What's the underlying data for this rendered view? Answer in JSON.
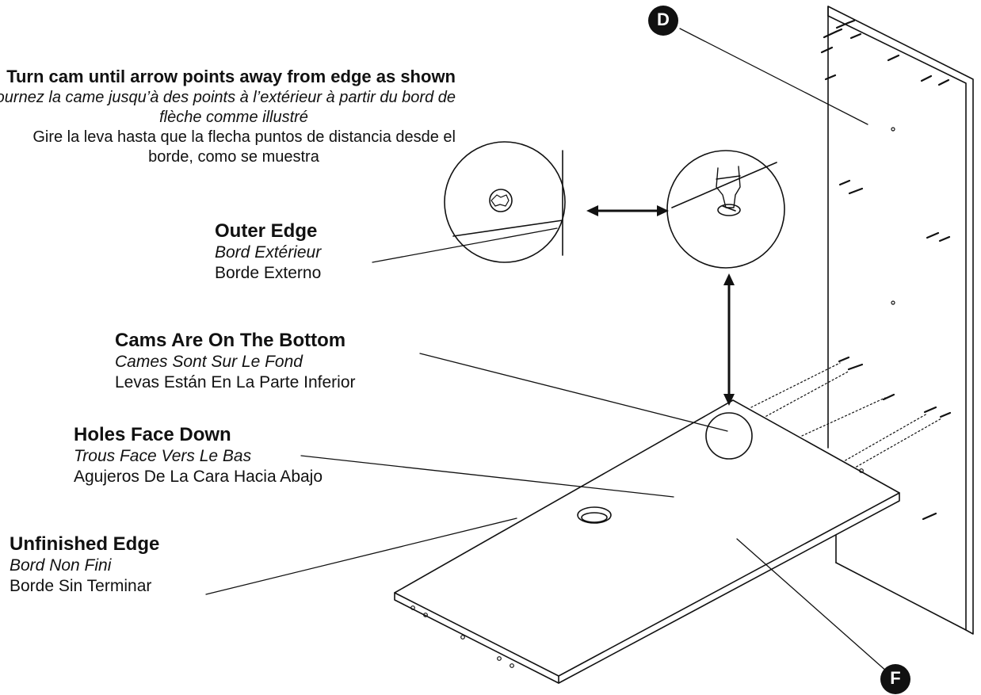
{
  "instruction": {
    "en": "Turn cam until arrow points away from edge as shown",
    "fr_1": "Tournez la came jusqu’à des points à l’extérieur à partir du bord de",
    "fr_2": "flèche comme illustré",
    "es_1": "Gire la leva hasta que la flecha puntos de distancia desde el",
    "es_2": "borde, como se muestra"
  },
  "labels": {
    "outer_edge": {
      "en": "Outer Edge",
      "fr": "Bord Extérieur",
      "es": "Borde Externo"
    },
    "cams_bottom": {
      "en": "Cams Are On The Bottom",
      "fr": "Cames Sont Sur Le Fond",
      "es": "Levas Están En La Parte Inferior"
    },
    "holes_down": {
      "en": "Holes Face Down",
      "fr": "Trous Face Vers Le Bas",
      "es": "Agujeros De La Cara Hacia Abajo"
    },
    "unfinished": {
      "en": "Unfinished Edge",
      "fr": "Bord Non Fini",
      "es": "Borde Sin Terminar"
    }
  },
  "parts": {
    "panel_d": "D",
    "panel_f": "F"
  }
}
